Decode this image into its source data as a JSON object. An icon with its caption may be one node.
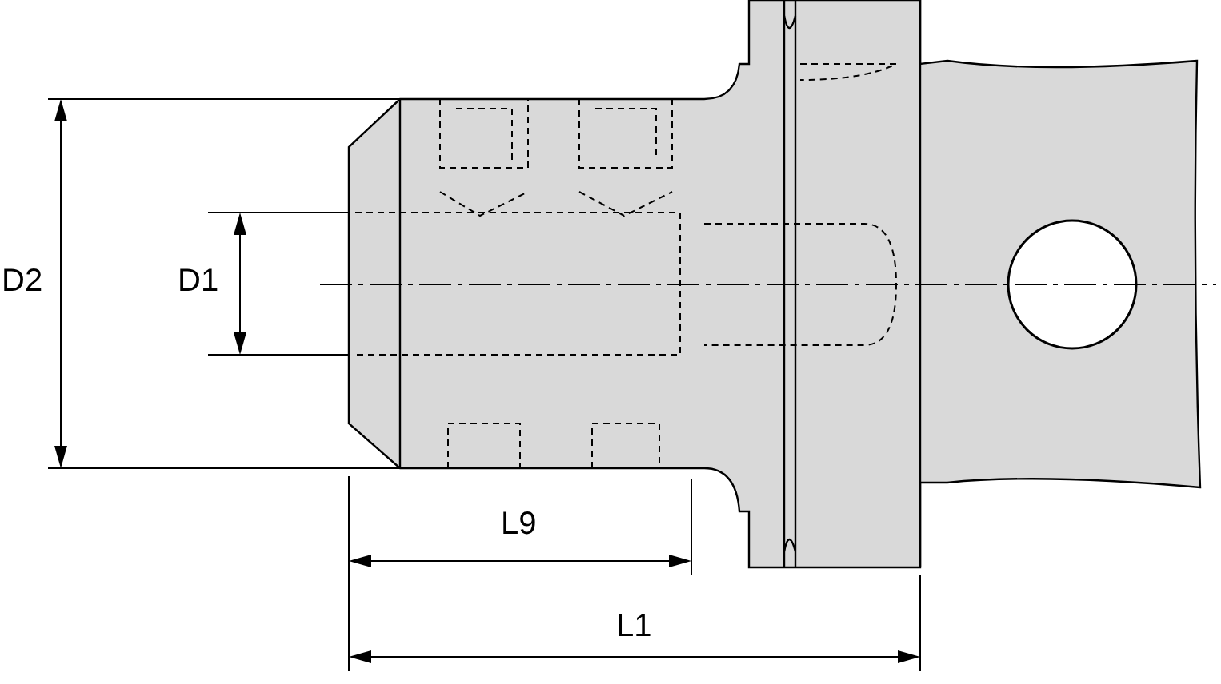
{
  "diagram": {
    "labels": [
      "D2",
      "D1",
      "L9",
      "L1"
    ]
  }
}
